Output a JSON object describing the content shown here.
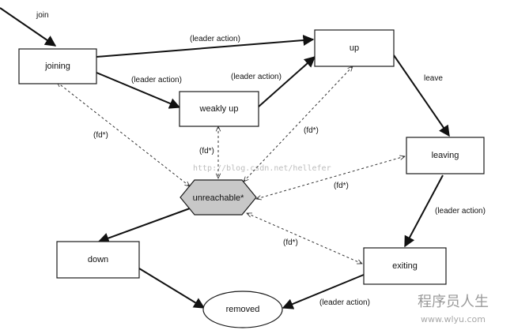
{
  "nodes": {
    "joining": "joining",
    "up": "up",
    "weakly_up": "weakly up",
    "leaving": "leaving",
    "unreachable": "unreachable*",
    "down": "down",
    "exiting": "exiting",
    "removed": "removed"
  },
  "edges": {
    "entry": "join",
    "joining_to_up": "(leader action)",
    "joining_to_weakly_up": "(leader action)",
    "weakly_up_to_up": "(leader action)",
    "up_to_leaving": "leave",
    "leaving_to_exiting": "(leader action)",
    "exiting_to_removed": "(leader action)",
    "fd_joining": "(fd*)",
    "fd_weakly_up": "(fd*)",
    "fd_up": "(fd*)",
    "fd_leaving": "(fd*)",
    "fd_exiting": "(fd*)"
  },
  "watermark": {
    "url": "http://blog.csdn.net/hellefer",
    "brand": "程序员人生",
    "site": "www.wlyu.com"
  }
}
